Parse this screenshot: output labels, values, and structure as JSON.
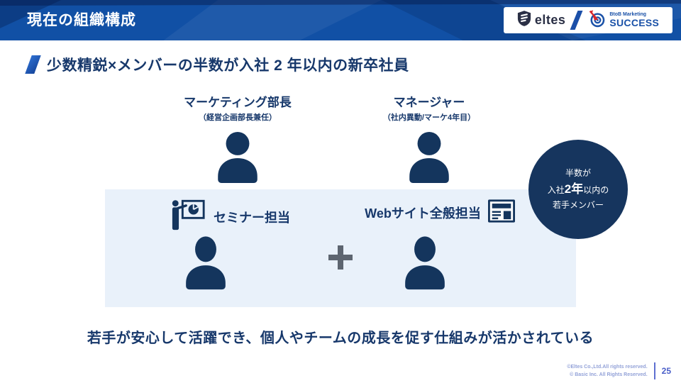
{
  "header": {
    "title": "現在の組織構成",
    "logo_eltes_text": "eltes",
    "logo_btob_line1": "BtoB Marketing",
    "logo_btob_line2": "SUCCESS"
  },
  "heading": {
    "text": "少数精鋭×メンバーの半数が入社 2 年以内の新卒社員"
  },
  "org": {
    "top_roles": [
      {
        "title": "マーケティング部長",
        "subtitle": "（経営企画部長兼任）"
      },
      {
        "title": "マネージャー",
        "subtitle": "（社内異動/マーケ4年目）"
      }
    ],
    "team_roles": [
      {
        "label": "セミナー担当"
      },
      {
        "label": "Webサイト全般担当"
      }
    ],
    "badge": {
      "line1": "半数が",
      "line2_pre": "入社",
      "line2_emphasis": "2年",
      "line2_post": "以内の",
      "line3": "若手メンバー"
    }
  },
  "bottom_message": "若手が安心して活躍でき、個人やチームの成長を促す仕組みが活かされている",
  "footer": {
    "copyright_line1": "©Eltes Co.,Ltd.All rights reserved.",
    "copyright_line2": "© Basic Inc. All Rights Reserved.",
    "page_number": "25"
  },
  "colors": {
    "header_blue": "#1150a5",
    "icon_navy": "#14355d",
    "text_navy": "#17386b",
    "light_blue_box": "#e9f1fa",
    "badge_navy": "#16355e",
    "logo_blue": "#1b52a8",
    "logo_red": "#d7262c",
    "footer_blue": "#5d6fd0",
    "plus_gray": "#5d6570"
  },
  "icons": {
    "shield": "eltes-shield-icon",
    "target": "target-dart-icon",
    "slash": "slash-icon",
    "person": "person-icon",
    "presenter": "presenter-board-icon",
    "browser": "webpage-icon",
    "plus": "plus-icon"
  }
}
